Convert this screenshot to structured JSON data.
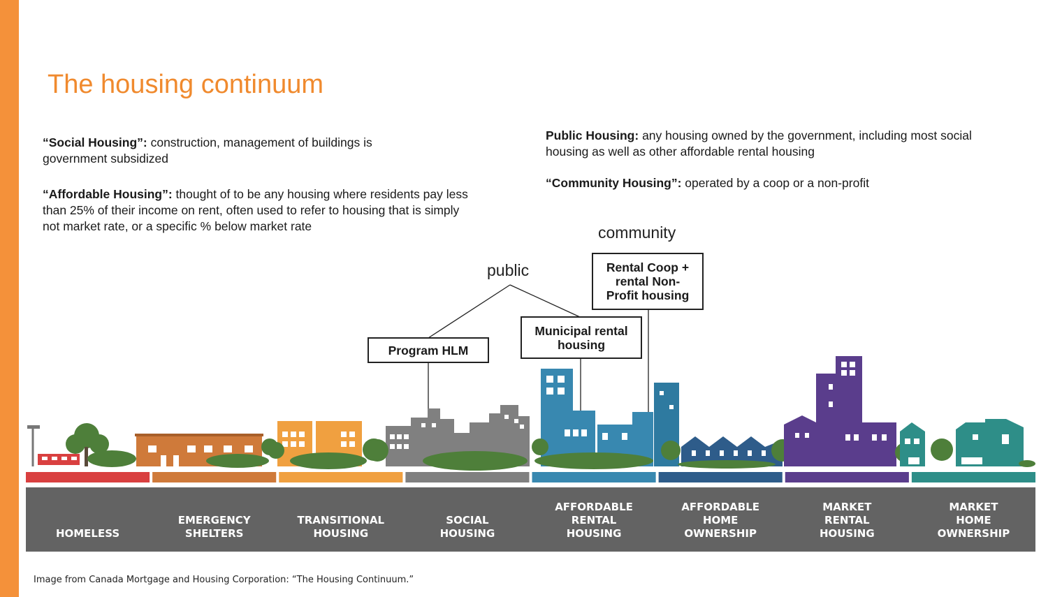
{
  "title": "The housing continuum",
  "definitions": {
    "social": {
      "term": "“Social Housing”:",
      "text": " construction, management of buildings is government subsidized"
    },
    "affordable": {
      "term": "“Affordable Housing”:",
      "text": " thought of to be any housing where residents pay less than 25% of their income on rent, often used to refer to housing that is simply not market rate, or a specific % below market rate"
    },
    "public": {
      "term": "Public Housing:",
      "text": " any housing owned by the government, including most social housing as well as other affordable rental housing"
    },
    "community": {
      "term": "“Community Housing”:",
      "text": " operated by a coop or a non-profit"
    }
  },
  "groups": {
    "public": "public",
    "community": "community"
  },
  "callouts": {
    "hlm": "Program HLM",
    "municipal": "Municipal rental housing",
    "coop": "Rental Coop + rental Non-Profit housing"
  },
  "continuum": [
    {
      "lines": [
        "HOMELESS"
      ],
      "color": "#d94040"
    },
    {
      "lines": [
        "EMERGENCY",
        "SHELTERS"
      ],
      "color": "#cf7a3a"
    },
    {
      "lines": [
        "TRANSITIONAL",
        "HOUSING"
      ],
      "color": "#f0a040"
    },
    {
      "lines": [
        "SOCIAL",
        "HOUSING"
      ],
      "color": "#808080"
    },
    {
      "lines": [
        "AFFORDABLE",
        "RENTAL",
        "HOUSING"
      ],
      "color": "#3888b0"
    },
    {
      "lines": [
        "AFFORDABLE",
        "HOME",
        "OWNERSHIP"
      ],
      "color": "#2e5c8a"
    },
    {
      "lines": [
        "MARKET",
        "RENTAL",
        "HOUSING"
      ],
      "color": "#5a3d8c"
    },
    {
      "lines": [
        "MARKET",
        "HOME",
        "OWNERSHIP"
      ],
      "color": "#2e8e88"
    }
  ],
  "source": "Image from Canada Mortgage and Housing Corporation: “The Housing Continuum.”"
}
